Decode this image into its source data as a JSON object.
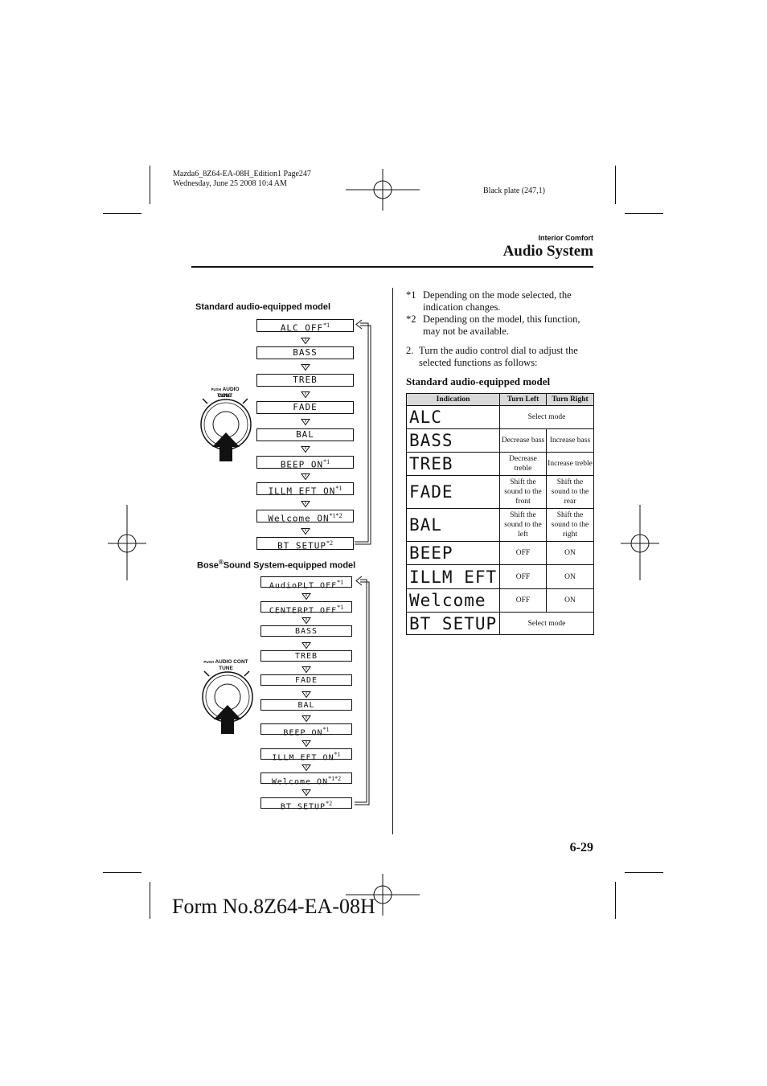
{
  "print_meta": {
    "file_line": "Mazda6_8Z64-EA-08H_Edition1 Page247",
    "date_line": "Wednesday, June 25 2008 10:4 AM",
    "plate": "Black plate (247,1)"
  },
  "header": {
    "section": "Interior Comfort",
    "title": "Audio System"
  },
  "left": {
    "standard": {
      "heading": "Standard audio-equipped model",
      "knob_push": "PUSH",
      "knob_label_1": "AUDIO CONT",
      "knob_label_2": "TUNE",
      "menu": [
        {
          "label": "ALC OFF",
          "mark": "*1"
        },
        {
          "label": "BASS",
          "mark": ""
        },
        {
          "label": "TREB",
          "mark": ""
        },
        {
          "label": "FADE",
          "mark": ""
        },
        {
          "label": "BAL",
          "mark": ""
        },
        {
          "label": "BEEP ON",
          "mark": "*1"
        },
        {
          "label": "ILLM EFT   ON",
          "mark": "*1"
        },
        {
          "label": "Welcome ON",
          "mark": "*1*2"
        },
        {
          "label": "BT SETUP",
          "mark": "*2"
        }
      ]
    },
    "bose": {
      "heading_pre": "Bose",
      "heading_reg": "®",
      "heading_post": "Sound System-equipped model",
      "knob_push": "PUSH",
      "knob_label_1": "AUDIO CONT",
      "knob_label_2": "TUNE",
      "menu": [
        {
          "label": "AudioPLT OFF",
          "mark": "*1"
        },
        {
          "label": "CENTERPT OFF",
          "mark": "*1"
        },
        {
          "label": "BASS",
          "mark": ""
        },
        {
          "label": "TREB",
          "mark": ""
        },
        {
          "label": "FADE",
          "mark": ""
        },
        {
          "label": "BAL",
          "mark": ""
        },
        {
          "label": "BEEP ON",
          "mark": "*1"
        },
        {
          "label": "ILLM EFT ON",
          "mark": "*1"
        },
        {
          "label": "Welcome ON",
          "mark": "*1*2"
        },
        {
          "label": "BT SETUP",
          "mark": "*2"
        }
      ]
    }
  },
  "right": {
    "notes": [
      {
        "mark": "*1",
        "text": "Depending on the mode selected, the indication changes."
      },
      {
        "mark": "*2",
        "text": "Depending on the model, this function, may not be available."
      }
    ],
    "step": {
      "mark": "2.",
      "text": "Turn the audio control dial to adjust the selected functions as follows:"
    },
    "table_heading": "Standard audio-equipped model",
    "table": {
      "headers": [
        "Indication",
        "Turn Left",
        "Turn Right"
      ],
      "rows": [
        {
          "ind": "ALC",
          "left": "Select mode",
          "right": null
        },
        {
          "ind": "BASS",
          "left": "Decrease bass",
          "right": "Increase bass"
        },
        {
          "ind": "TREB",
          "left": "Decrease treble",
          "right": "Increase treble"
        },
        {
          "ind": "FADE",
          "left": "Shift the sound to the front",
          "right": "Shift the sound to the rear"
        },
        {
          "ind": "BAL",
          "left": "Shift the sound to the left",
          "right": "Shift the sound to the right"
        },
        {
          "ind": "BEEP",
          "left": "OFF",
          "right": "ON"
        },
        {
          "ind": "ILLM EFT",
          "left": "OFF",
          "right": "ON"
        },
        {
          "ind": "Welcome",
          "left": "OFF",
          "right": "ON"
        },
        {
          "ind": "BT SETUP",
          "left": "Select mode",
          "right": null
        }
      ]
    }
  },
  "footer": {
    "page_number": "6-29",
    "form_number": "Form No.8Z64-EA-08H"
  }
}
